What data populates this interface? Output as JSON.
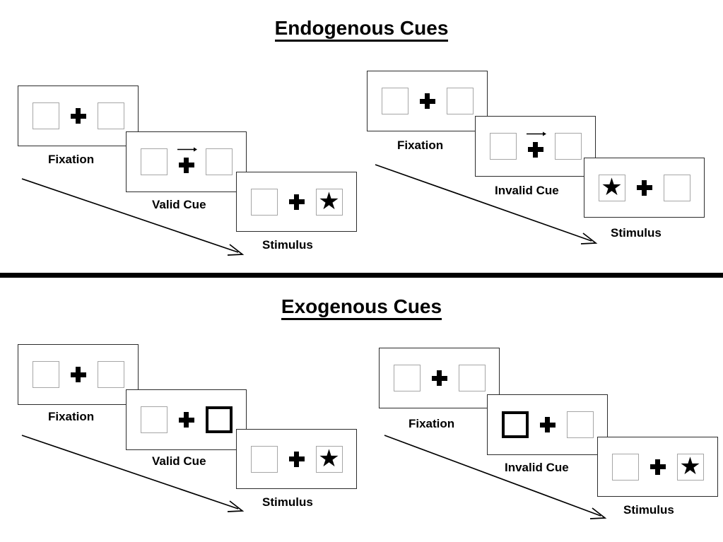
{
  "diagram": {
    "title_endogenous": "Endogenous Cues",
    "title_exogenous": "Exogenous Cues",
    "colors": {
      "panel_border": "#2b2b2b",
      "target_box_border": "#a6a6a6",
      "cued_box_border": "#000000",
      "stimulus_color": "#000000",
      "divider": "#000000"
    },
    "glyphs": {
      "fixation_cross": "plus-sign",
      "target_stimulus": "★",
      "endogenous_cue": "right-arrow",
      "exogenous_cue": "thick-box-outline"
    }
  },
  "sequences": [
    {
      "id": "endogenous-valid",
      "section": "Endogenous Cues",
      "cue_validity": "valid",
      "frames": [
        {
          "label": "Fixation",
          "left_box": "empty",
          "right_box": "empty",
          "cue": "none",
          "stimulus_side": "none"
        },
        {
          "label": "Valid Cue",
          "left_box": "empty",
          "right_box": "empty",
          "cue": "arrow-right",
          "stimulus_side": "none"
        },
        {
          "label": "Stimulus",
          "left_box": "empty",
          "right_box": "star",
          "cue": "none",
          "stimulus_side": "right"
        }
      ]
    },
    {
      "id": "endogenous-invalid",
      "section": "Endogenous Cues",
      "cue_validity": "invalid",
      "frames": [
        {
          "label": "Fixation",
          "left_box": "empty",
          "right_box": "empty",
          "cue": "none",
          "stimulus_side": "none"
        },
        {
          "label": "Invalid Cue",
          "left_box": "empty",
          "right_box": "empty",
          "cue": "arrow-right",
          "stimulus_side": "none"
        },
        {
          "label": "Stimulus",
          "left_box": "star",
          "right_box": "empty",
          "cue": "none",
          "stimulus_side": "left"
        }
      ]
    },
    {
      "id": "exogenous-valid",
      "section": "Exogenous Cues",
      "cue_validity": "valid",
      "frames": [
        {
          "label": "Fixation",
          "left_box": "empty",
          "right_box": "empty",
          "cue": "none",
          "stimulus_side": "none"
        },
        {
          "label": "Valid Cue",
          "left_box": "empty",
          "right_box": "cued",
          "cue": "box-highlight-right",
          "stimulus_side": "none"
        },
        {
          "label": "Stimulus",
          "left_box": "empty",
          "right_box": "star",
          "cue": "none",
          "stimulus_side": "right"
        }
      ]
    },
    {
      "id": "exogenous-invalid",
      "section": "Exogenous Cues",
      "cue_validity": "invalid",
      "frames": [
        {
          "label": "Fixation",
          "left_box": "empty",
          "right_box": "empty",
          "cue": "none",
          "stimulus_side": "none"
        },
        {
          "label": "Invalid Cue",
          "left_box": "cued",
          "right_box": "empty",
          "cue": "box-highlight-left",
          "stimulus_side": "none"
        },
        {
          "label": "Stimulus",
          "left_box": "empty",
          "right_box": "star",
          "cue": "none",
          "stimulus_side": "right"
        }
      ]
    }
  ]
}
